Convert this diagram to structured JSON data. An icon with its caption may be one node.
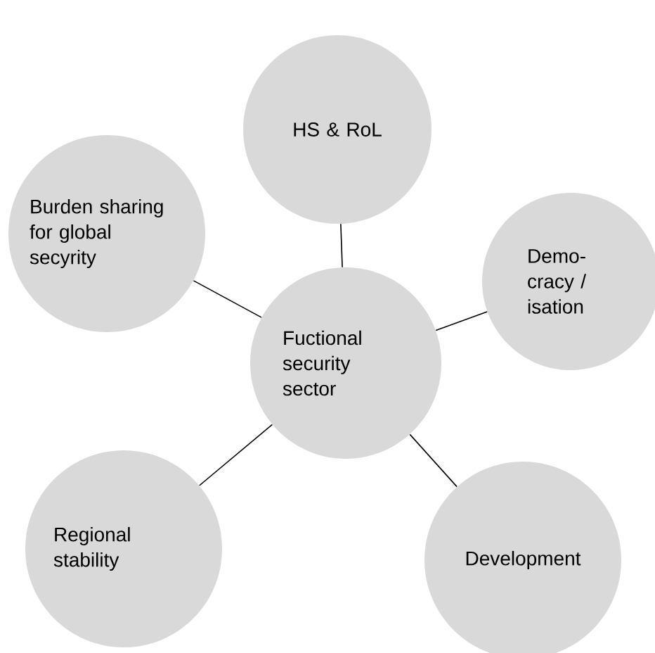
{
  "diagram": {
    "nodes": [
      {
        "text": [
          "Fuctional security sector"
        ]
      },
      {
        "text": [
          "HS & RoL"
        ]
      },
      {
        "text": [
          "Burden sharing for global secyrity"
        ]
      },
      {
        "text": [
          "Demo- cracy / isation"
        ]
      },
      {
        "text": [
          "Regional stability"
        ]
      },
      {
        "text": [
          "Development"
        ]
      }
    ],
    "edges": [
      {
        "from": 0,
        "to": 1,
        "arrow": "none"
      },
      {
        "from": 0,
        "to": 2,
        "arrow": "none"
      },
      {
        "from": 0,
        "to": 3,
        "arrow": "none"
      },
      {
        "from": 0,
        "to": 4,
        "arrow": "none"
      },
      {
        "from": 0,
        "to": 5,
        "arrow": "none"
      }
    ]
  }
}
